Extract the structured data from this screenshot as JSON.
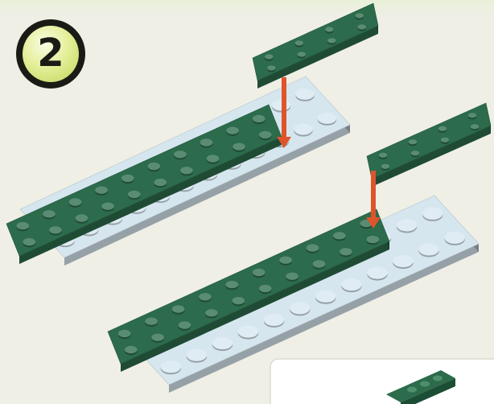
{
  "step": {
    "number": "2"
  },
  "colors": {
    "background": "#efefe6",
    "top_band": "#e8f0d8",
    "light_plate": "#d6e6ef",
    "dark_green_plate": "#2c6b4b",
    "arrow": "#e0542c",
    "badge_ring": "#1b1b16",
    "badge_fill": "#dce98a"
  },
  "parts": [
    {
      "id": "light-bluish-white-plate-top",
      "color": "light_plate",
      "studs": "2x12"
    },
    {
      "id": "dark-green-plate-top-long",
      "color": "dark_green_plate",
      "studs": "2x10"
    },
    {
      "id": "dark-green-plate-top-small",
      "color": "dark_green_plate",
      "studs": "2x4"
    },
    {
      "id": "light-bluish-white-plate-bottom",
      "color": "light_plate",
      "studs": "2x12"
    },
    {
      "id": "dark-green-plate-bottom-long",
      "color": "dark_green_plate",
      "studs": "2x10"
    },
    {
      "id": "dark-green-plate-bottom-small",
      "color": "dark_green_plate",
      "studs": "2x4"
    }
  ]
}
